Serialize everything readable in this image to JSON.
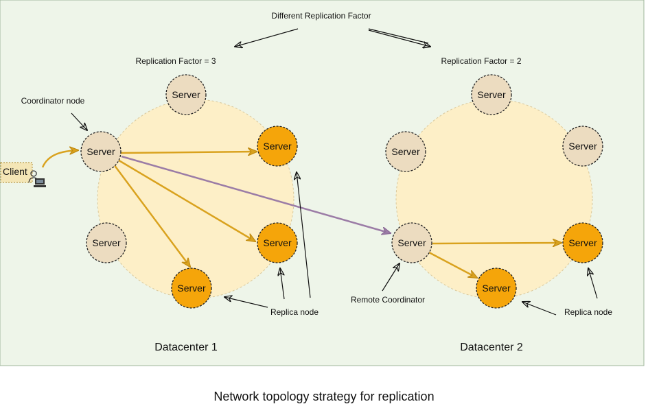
{
  "annotations": {
    "top": "Different Replication Factor",
    "rf_left": "Replication Factor = 3",
    "rf_right": "Replication Factor = 2",
    "coordinator": "Coordinator node",
    "replica_left": "Replica node",
    "replica_right": "Replica node",
    "remote_coordinator": "Remote Coordinator"
  },
  "client": {
    "label": "Client"
  },
  "datacenters": [
    {
      "label": "Datacenter 1"
    },
    {
      "label": "Datacenter 2"
    }
  ],
  "server_label": "Server",
  "caption": "Network topology strategy for replication",
  "colors": {
    "background_panel": "#eef5e9",
    "ring_fill": "#fdefc7",
    "server_fill": "#ecdcc0",
    "replica_fill": "#f5a50a",
    "gold_arrow": "#d9a21e",
    "purple_arrow": "#9b7ca6"
  }
}
